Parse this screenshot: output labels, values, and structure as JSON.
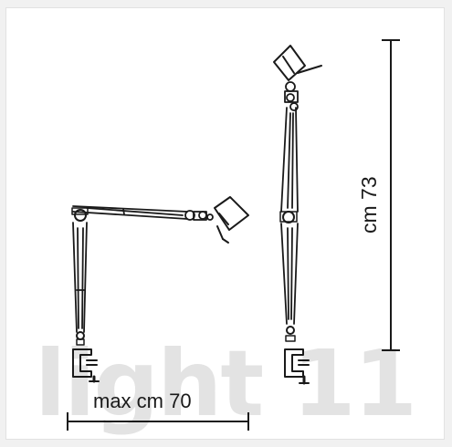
{
  "diagram": {
    "width_label": "max cm 70",
    "height_label": "cm 73"
  },
  "watermark": {
    "text": "light 11"
  },
  "colors": {
    "ink": "#1a1a1a",
    "watermark": "#e3e3e3",
    "panel": "#ffffff",
    "background": "#f1f1f1"
  }
}
